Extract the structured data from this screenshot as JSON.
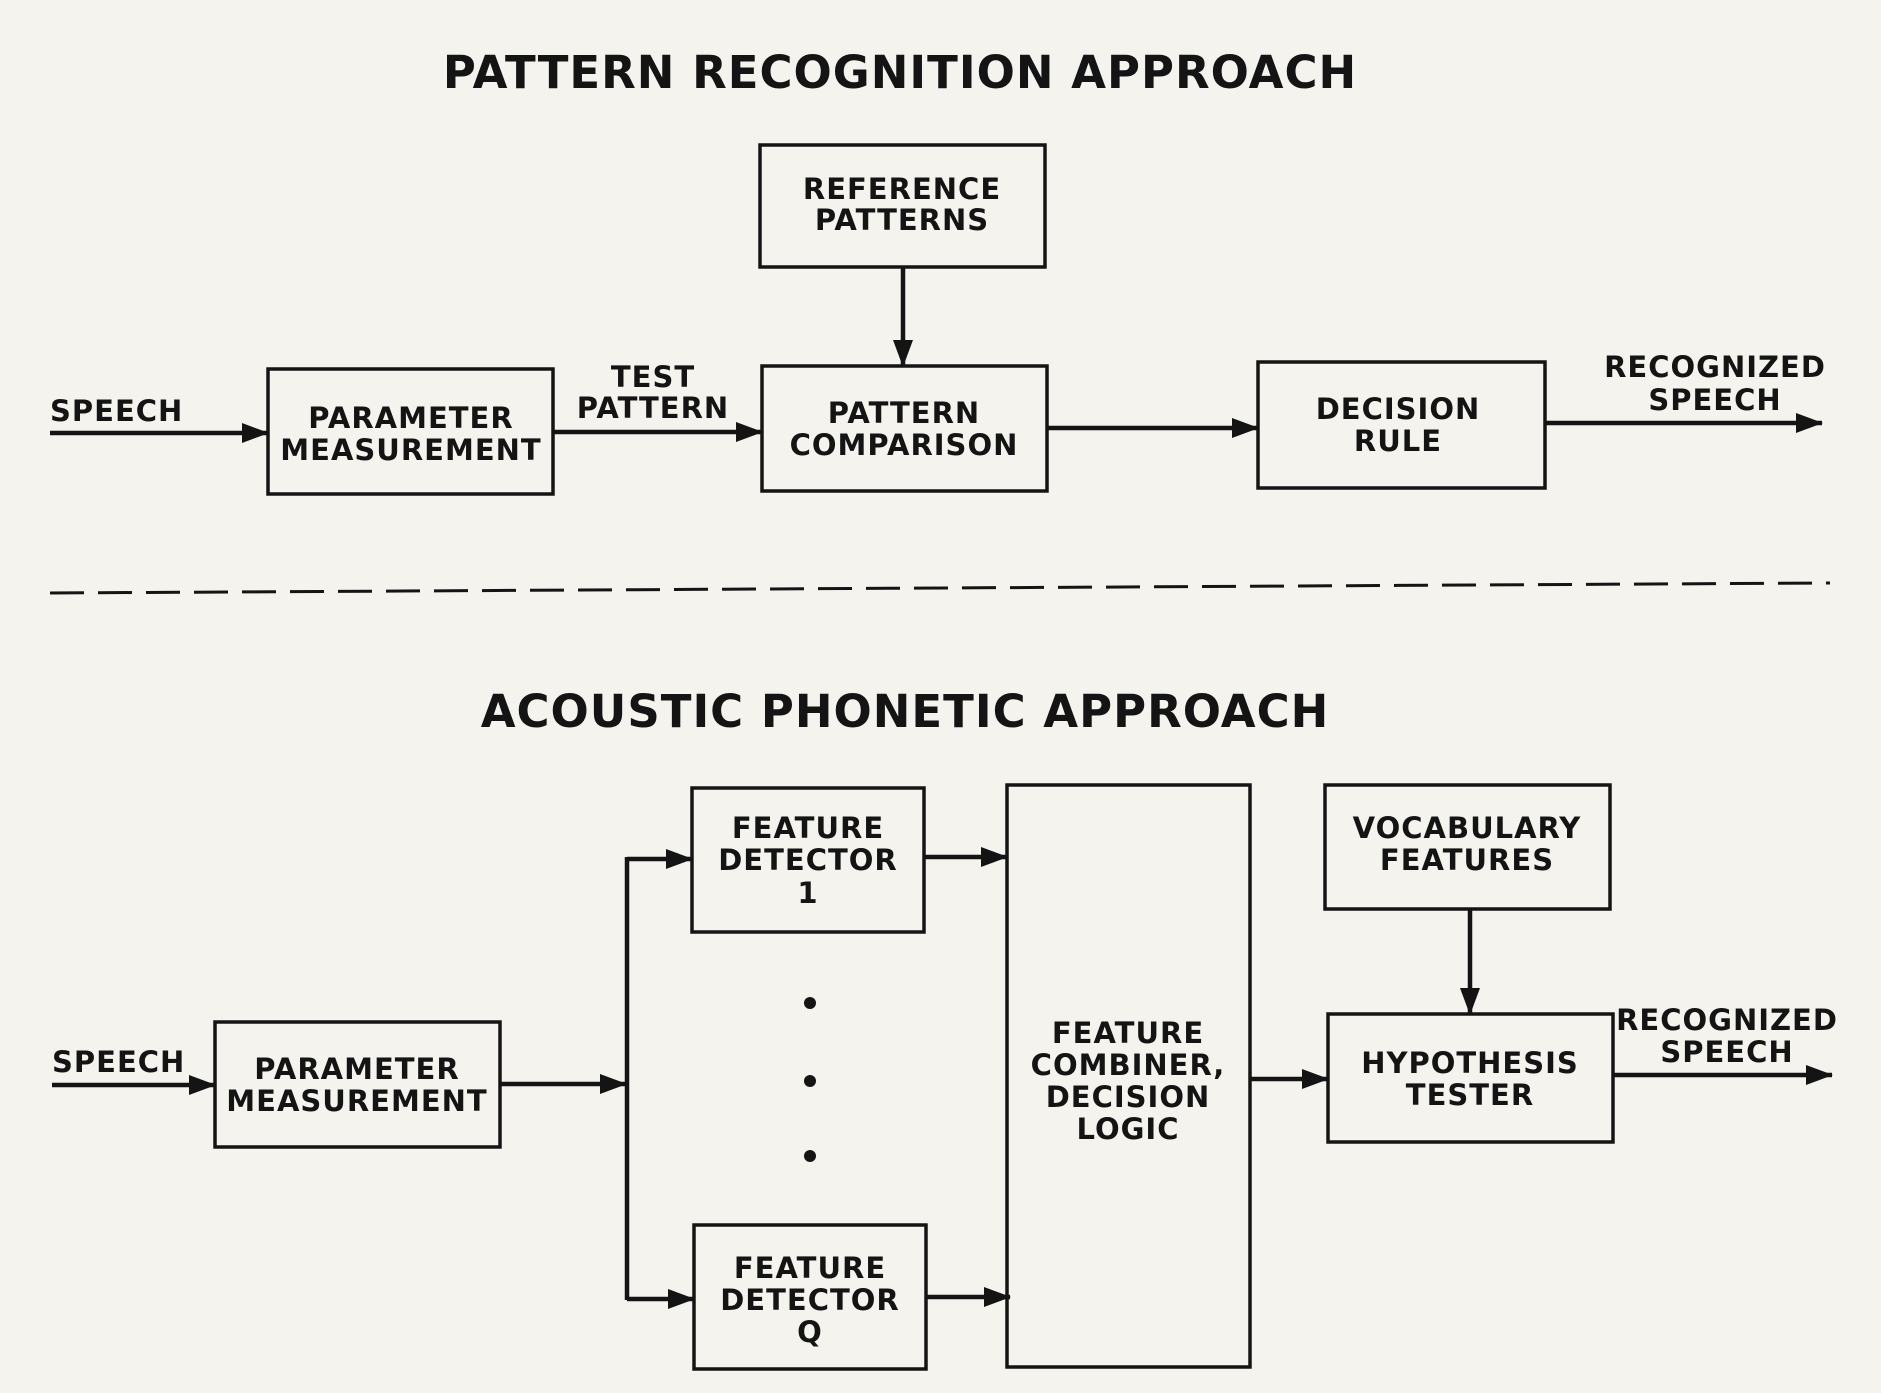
{
  "top": {
    "title": "PATTERN RECOGNITION APPROACH",
    "input_label": "SPEECH",
    "parameter_measurement": [
      "PARAMETER",
      "MEASUREMENT"
    ],
    "test_pattern": [
      "TEST",
      "PATTERN"
    ],
    "reference_patterns": [
      "REFERENCE",
      "PATTERNS"
    ],
    "pattern_comparison": [
      "PATTERN",
      "COMPARISON"
    ],
    "decision_rule": [
      "DECISION",
      "RULE"
    ],
    "output_label": [
      "RECOGNIZED",
      "SPEECH"
    ]
  },
  "bottom": {
    "title": "ACOUSTIC PHONETIC APPROACH",
    "input_label": "SPEECH",
    "parameter_measurement": [
      "PARAMETER",
      "MEASUREMENT"
    ],
    "feature_detector_1": [
      "FEATURE",
      "DETECTOR",
      "1"
    ],
    "feature_detector_q": [
      "FEATURE",
      "DETECTOR",
      "Q"
    ],
    "feature_combiner": [
      "FEATURE",
      "COMBINER,",
      "DECISION",
      "LOGIC"
    ],
    "vocabulary_features": [
      "VOCABULARY",
      "FEATURES"
    ],
    "hypothesis_tester": [
      "HYPOTHESIS",
      "TESTER"
    ],
    "output_label": [
      "RECOGNIZED",
      "SPEECH"
    ]
  }
}
